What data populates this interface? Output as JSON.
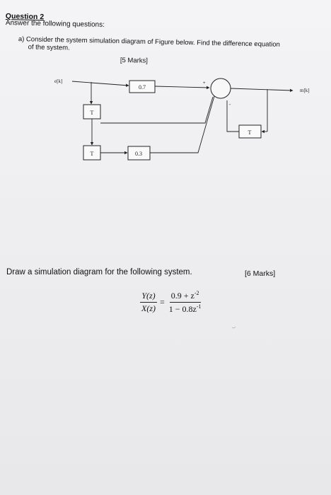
{
  "question": {
    "title": "Question 2",
    "intro": "Answer the following questions:"
  },
  "part_a": {
    "label": "a)",
    "text_line1": "Consider the system simulation diagram of Figure below. Find the difference equation",
    "text_line2": "of the system.",
    "marks": "[5 Marks]"
  },
  "diagram": {
    "input_label": "e[k]",
    "output_label": "m[k]",
    "gain_top": "0.7",
    "gain_bottom": "0.3",
    "delay_1": "T",
    "delay_2": "T",
    "delay_feedback": "T",
    "sign_plus_top": "+",
    "sign_minus": "-"
  },
  "part_b": {
    "text": "Draw a simulation diagram for the following system.",
    "marks": "[6 Marks]",
    "lhs_num": "Y(z)",
    "lhs_den": "X(z)",
    "equals": "=",
    "rhs_num_base": "0.9 + z",
    "rhs_num_exp": "-2",
    "rhs_den_base": "1 − 0.8z",
    "rhs_den_exp": "-1"
  }
}
